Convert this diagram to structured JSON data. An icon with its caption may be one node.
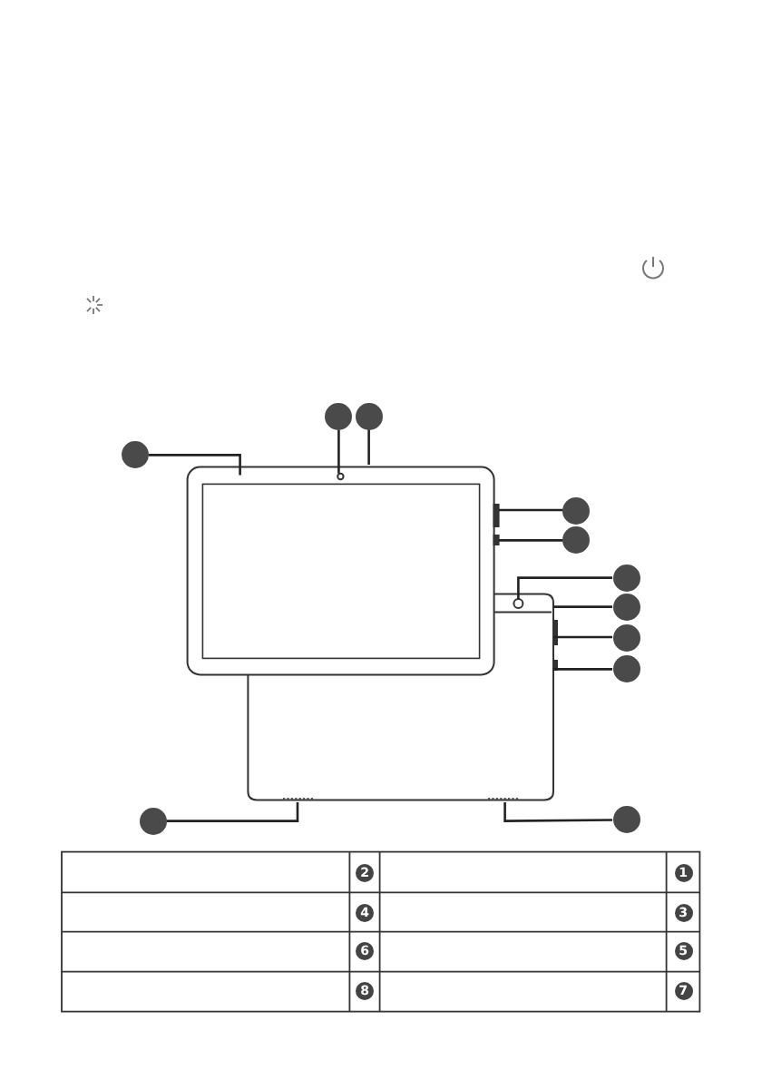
{
  "diagram": {
    "nodes": [
      {
        "text": [],
        "shape": "circle"
      },
      {
        "text": [],
        "shape": "circle"
      },
      {
        "text": [],
        "shape": "circle"
      },
      {
        "text": [],
        "shape": "circle"
      },
      {
        "text": [],
        "shape": "circle"
      },
      {
        "text": [],
        "shape": "circle"
      },
      {
        "text": [],
        "shape": "circle"
      },
      {
        "text": [],
        "shape": "circle"
      },
      {
        "text": [],
        "shape": "circle"
      },
      {
        "text": [],
        "shape": "circle"
      },
      {
        "text": [],
        "shape": "circle"
      }
    ],
    "edges": [
      {
        "from": 0,
        "to": null,
        "arrow": "none"
      },
      {
        "from": 1,
        "to": null,
        "arrow": "none"
      },
      {
        "from": 2,
        "to": null,
        "arrow": "none"
      },
      {
        "from": 3,
        "to": null,
        "arrow": "none"
      },
      {
        "from": 4,
        "to": null,
        "arrow": "none"
      },
      {
        "from": 5,
        "to": null,
        "arrow": "none"
      },
      {
        "from": 6,
        "to": null,
        "arrow": "none"
      },
      {
        "from": 7,
        "to": null,
        "arrow": "none"
      },
      {
        "from": 8,
        "to": null,
        "arrow": "none"
      },
      {
        "from": 9,
        "to": null,
        "arrow": "none"
      },
      {
        "from": 10,
        "to": null,
        "arrow": "none"
      }
    ],
    "labels": [
      "2",
      "1",
      "4",
      "3",
      "6",
      "5",
      "8",
      "7"
    ]
  }
}
